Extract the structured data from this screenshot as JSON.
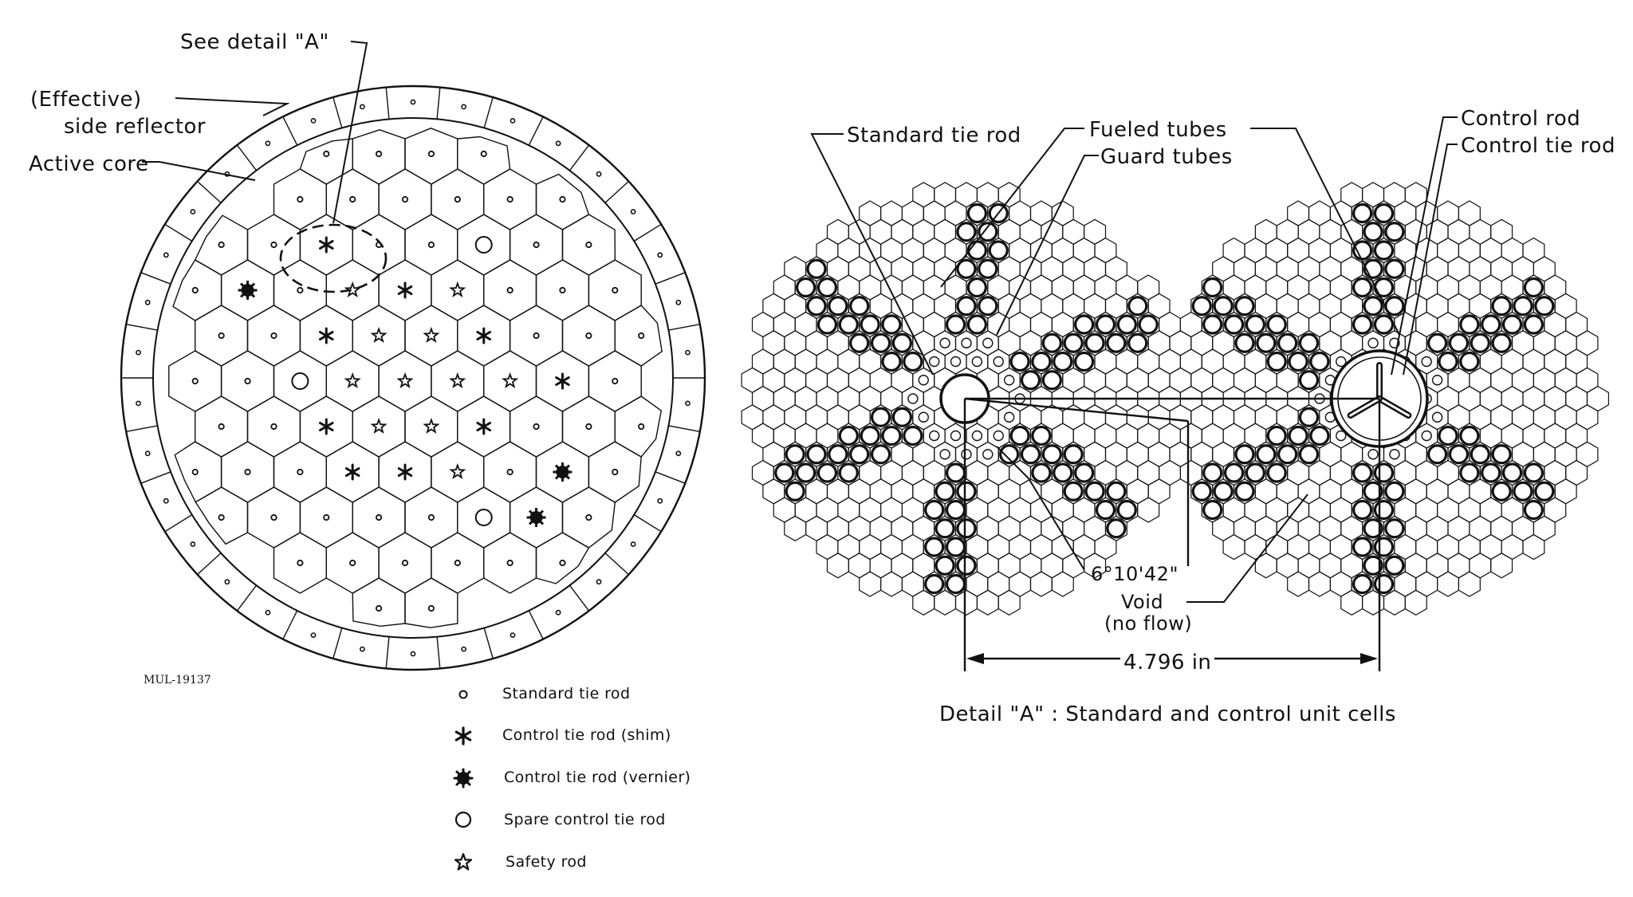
{
  "core_labels": {
    "see_detail": "See detail \"A\"",
    "effective": "(Effective)",
    "side_reflector": "side reflector",
    "active_core": "Active core",
    "drawing_id": "MUL-19137"
  },
  "legend": [
    {
      "symbol": "small-circle-icon",
      "label": "Standard tie rod"
    },
    {
      "symbol": "asterisk-icon",
      "label": "Control tie rod (shim)"
    },
    {
      "symbol": "filled-gear-icon",
      "label": "Control tie rod (vernier)"
    },
    {
      "symbol": "open-circle-icon",
      "label": "Spare control tie rod"
    },
    {
      "symbol": "star-icon",
      "label": "Safety rod"
    }
  ],
  "detail_labels": {
    "standard_tie_rod": "Standard tie rod",
    "fueled_tubes": "Fueled tubes",
    "guard_tubes": "Guard tubes",
    "control_rod": "Control rod",
    "control_tie_rod": "Control tie rod",
    "angle": "6°10'42\"",
    "void": "Void",
    "no_flow": "(no flow)",
    "dimension": "4.796 in",
    "caption": "Detail \"A\" : Standard and control unit cells"
  },
  "colors": {
    "ink": "#111111",
    "paper": "#ffffff"
  }
}
